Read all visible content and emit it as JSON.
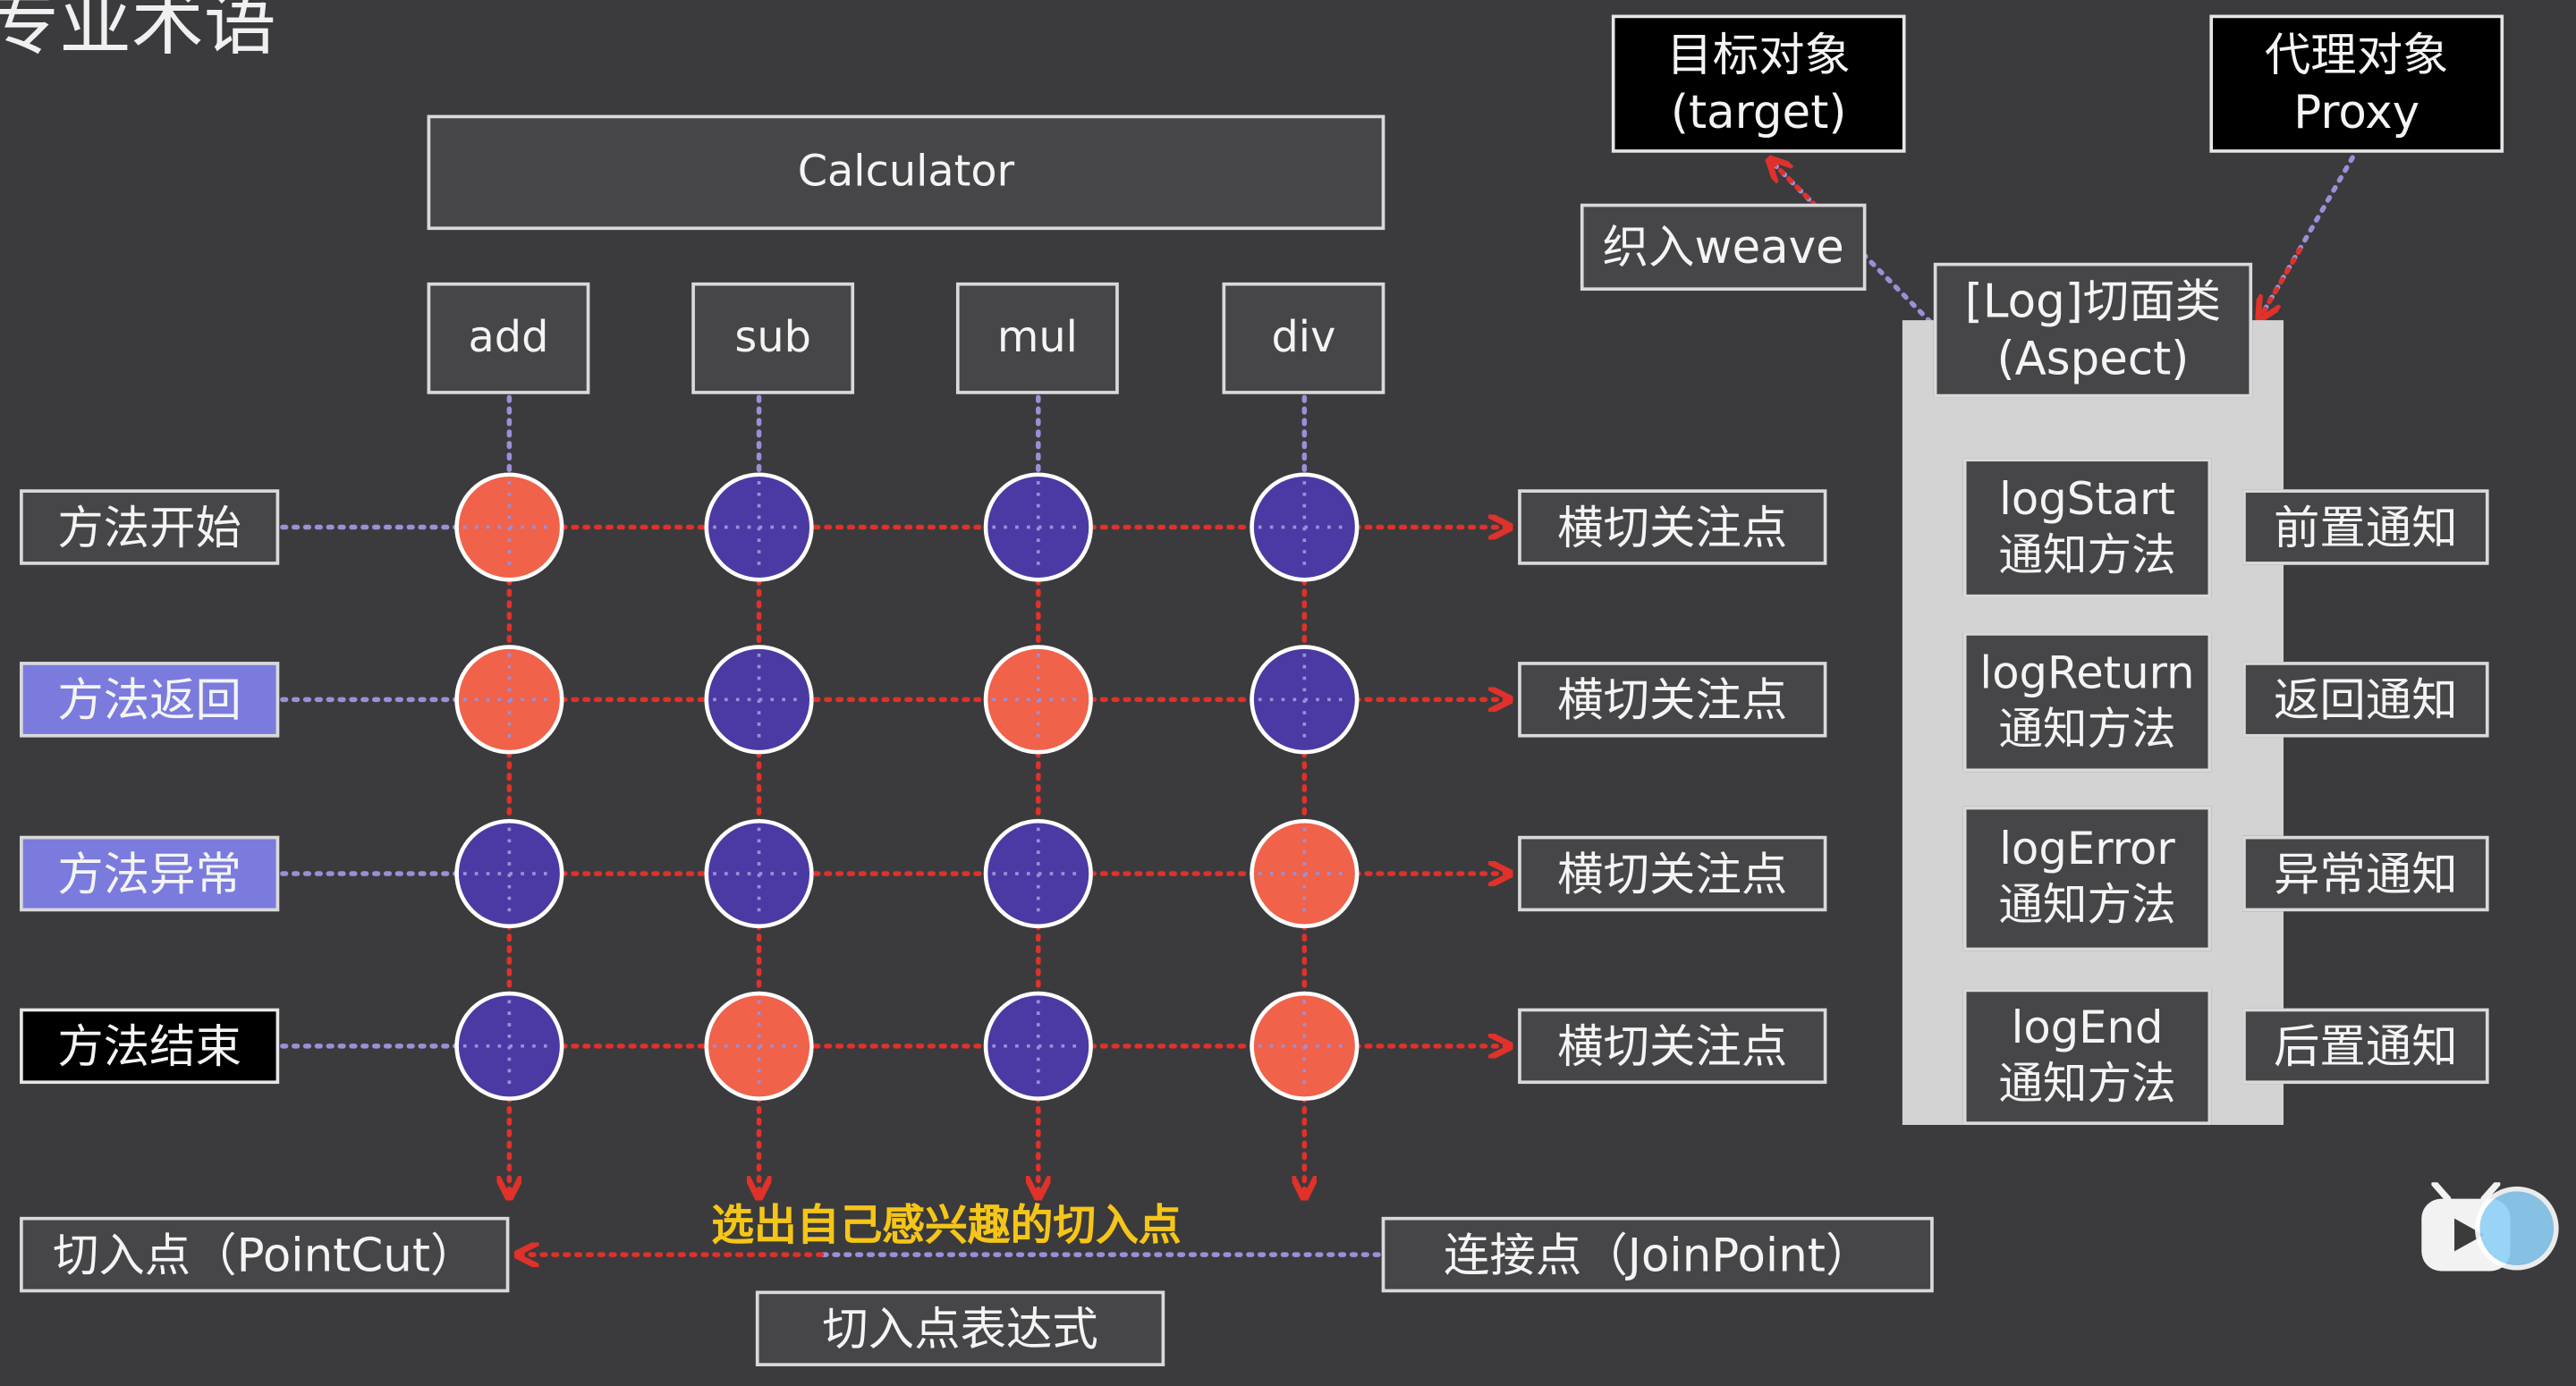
{
  "title": "专业术语",
  "calculator": "Calculator",
  "methods": [
    "add",
    "sub",
    "mul",
    "div"
  ],
  "rows": [
    "方法开始",
    "方法返回",
    "方法异常",
    "方法结束"
  ],
  "crosscut": "横切关注点",
  "grid": [
    [
      "red",
      "blue",
      "blue",
      "blue"
    ],
    [
      "red",
      "blue",
      "red",
      "blue"
    ],
    [
      "blue",
      "blue",
      "blue",
      "red"
    ],
    [
      "blue",
      "red",
      "blue",
      "red"
    ]
  ],
  "target": {
    "line1": "目标对象",
    "line2": "(target)"
  },
  "proxy": {
    "line1": "代理对象",
    "line2": "Proxy"
  },
  "weave": "织入weave",
  "aspect": {
    "line1": "[Log]切面类",
    "line2": "(Aspect)"
  },
  "advice_methods": [
    {
      "line1": "logStart",
      "line2": "通知方法"
    },
    {
      "line1": "logReturn",
      "line2": "通知方法"
    },
    {
      "line1": "logError",
      "line2": "通知方法"
    },
    {
      "line1": "logEnd",
      "line2": "通知方法"
    }
  ],
  "advice_types": [
    "前置通知",
    "返回通知",
    "异常通知",
    "后置通知"
  ],
  "pointcut": "切入点（PointCut）",
  "joinpoint": "连接点（JoinPoint）",
  "select_text": "选出自己感兴趣的切入点",
  "pointcut_expr": "切入点表达式",
  "colors": {
    "red": "#f0624a",
    "blue": "#4b3aa3",
    "arrow": "#e0312a",
    "dots": "#9b8fd8"
  }
}
